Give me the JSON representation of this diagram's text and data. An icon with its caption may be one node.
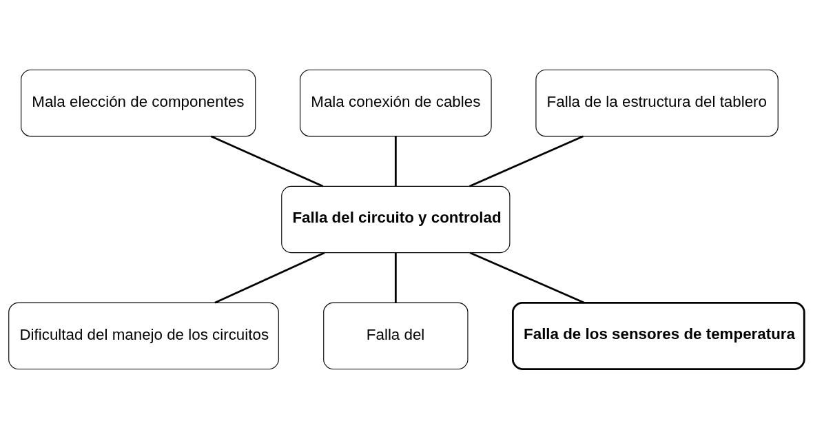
{
  "diagram": {
    "nodes": [
      {
        "text": [
          "Mala elección de componentes"
        ]
      },
      {
        "text": [
          "Mala conexión de cables"
        ]
      },
      {
        "text": [
          "Falla de la estructura del tablero"
        ]
      },
      {
        "text": [
          "Falla del circuito y controlad"
        ]
      },
      {
        "text": [
          "Dificultad del manejo de los circuitos"
        ]
      },
      {
        "text": [
          "Falla del"
        ]
      },
      {
        "text": [
          "Falla de los sensores de temperatura"
        ]
      }
    ],
    "edges": [
      {
        "from": 0,
        "to": 3,
        "arrow": "none"
      },
      {
        "from": 1,
        "to": 3,
        "arrow": "none"
      },
      {
        "from": 2,
        "to": 3,
        "arrow": "none"
      },
      {
        "from": 3,
        "to": 4,
        "arrow": "none"
      },
      {
        "from": 3,
        "to": 5,
        "arrow": "none"
      },
      {
        "from": 3,
        "to": 6,
        "arrow": "none"
      }
    ]
  }
}
